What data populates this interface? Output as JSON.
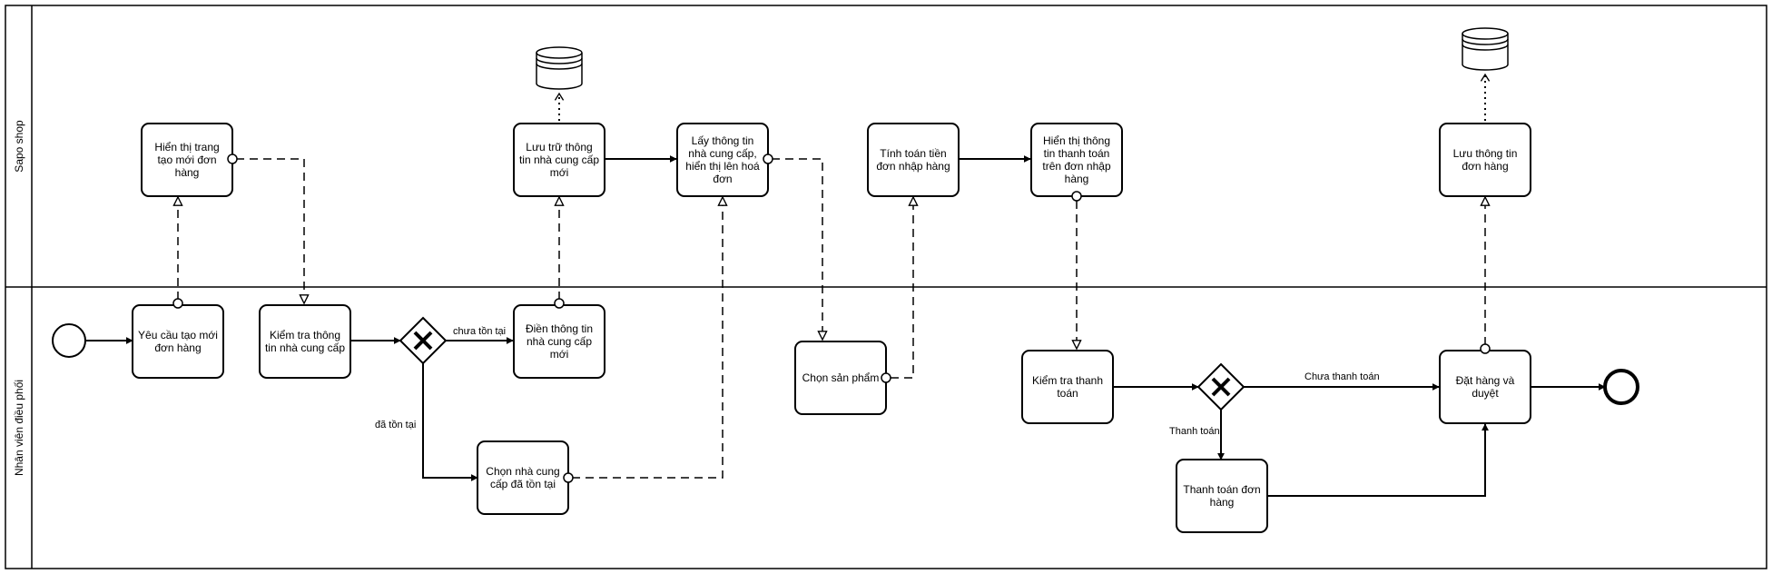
{
  "pool": {
    "lanes": [
      {
        "id": "sapo",
        "label": "Sapo shop"
      },
      {
        "id": "staff",
        "label": "Nhân viên điều phối"
      }
    ]
  },
  "tasks": {
    "t_show_create": {
      "lines": [
        "Hiển thị trang",
        "tạo mới đơn",
        "hàng"
      ]
    },
    "t_store_supplier": {
      "lines": [
        "Lưu trữ thông",
        "tin nhà cung cấp",
        "mới"
      ]
    },
    "t_get_supplier": {
      "lines": [
        "Lấy thông tin",
        "nhà cung cấp,",
        "hiển thị lên hoá",
        "đơn"
      ]
    },
    "t_calc_amount": {
      "lines": [
        "Tính toán tiền",
        "đơn nhập hàng"
      ]
    },
    "t_show_payment": {
      "lines": [
        "Hiển thị thông",
        "tin thanh toán",
        "trên đơn nhập",
        "hàng"
      ]
    },
    "t_save_order": {
      "lines": [
        "Lưu thông tin",
        "đơn hàng"
      ]
    },
    "t_request_create": {
      "lines": [
        "Yêu cầu tạo mới",
        "đơn hàng"
      ]
    },
    "t_check_supplier": {
      "lines": [
        "Kiểm tra thông",
        "tin nhà cung cấp"
      ]
    },
    "t_fill_supplier": {
      "lines": [
        "Điền thông tin",
        "nhà cung cấp",
        "mới"
      ]
    },
    "t_choose_existing": {
      "lines": [
        "Chọn nhà cung",
        "cấp đã tồn tại"
      ]
    },
    "t_choose_product": {
      "lines": [
        "Chọn sản phẩm"
      ]
    },
    "t_check_payment": {
      "lines": [
        "Kiểm tra thanh",
        "toán"
      ]
    },
    "t_pay_order": {
      "lines": [
        "Thanh toán đơn",
        "hàng"
      ]
    },
    "t_order_approve": {
      "lines": [
        "Đặt hàng và",
        "duyệt"
      ]
    }
  },
  "flow_labels": {
    "not_exist": "chưa tồn tại",
    "exists": "đã tồn tại",
    "unpaid": "Chưa thanh toán",
    "paid": "Thanh toán"
  }
}
